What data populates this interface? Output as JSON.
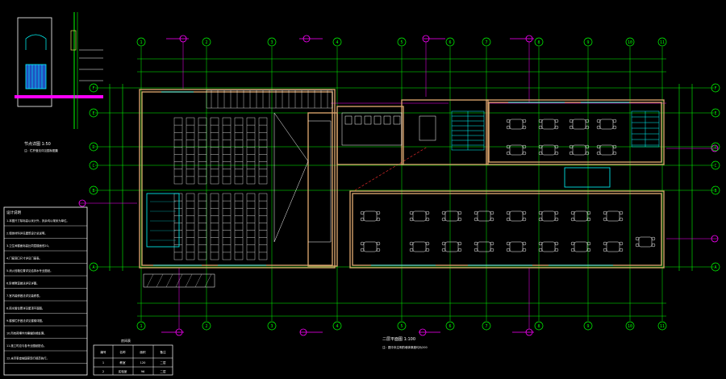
{
  "drawing": {
    "background": "#000000",
    "colors": {
      "grid": "#00ff00",
      "wall": "#d4a06a",
      "furniture": "#ffffff",
      "accent": "#ff00ff",
      "stair": "#00ffff",
      "dim": "#ffff66",
      "door": "#ff3030",
      "text": "#ffffff"
    },
    "grid_top_labels": [
      "1",
      "2",
      "3",
      "4",
      "5",
      "6",
      "7",
      "8",
      "9",
      "10",
      "11"
    ],
    "grid_side_labels": [
      "F",
      "E",
      "D",
      "C",
      "B",
      "A"
    ],
    "detail_title": "节点详图 1:50",
    "detail_note": "注：栏杆做法详见国标图集",
    "plan_title": "二层平面图 1:100",
    "plan_note": "注：图中未注明的墙体厚度均为200",
    "notes_title": "设计说明",
    "notes": [
      "1.本图尺寸除标高以米计外，其余均以毫米为单位。",
      "2.墙体材料详见建筑设计总说明。",
      "3.卫生间楼面标高比同层楼面低20。",
      "4.门窗洞口尺寸详见门窗表。",
      "5.消火栓箱位置详见给排水专业图纸。",
      "6.阶梯教室做法详见详图。",
      "7.室内装修做法详见装修表。",
      "8.雨水管位置详见屋顶平面图。",
      "9.楼梯栏杆做法详见楼梯详图。",
      "10.所有预埋件均需做防锈处理。",
      "11.施工时应与各专业图纸配合。",
      "12.未尽事宜按国家现行规范执行。"
    ],
    "table_title": "房间表",
    "table_headers": [
      "编号",
      "名称",
      "面积",
      "备注"
    ],
    "table_rows": [
      [
        "1",
        "教室",
        "120",
        "二层"
      ],
      [
        "2",
        "实验室",
        "96",
        "二层"
      ]
    ]
  }
}
